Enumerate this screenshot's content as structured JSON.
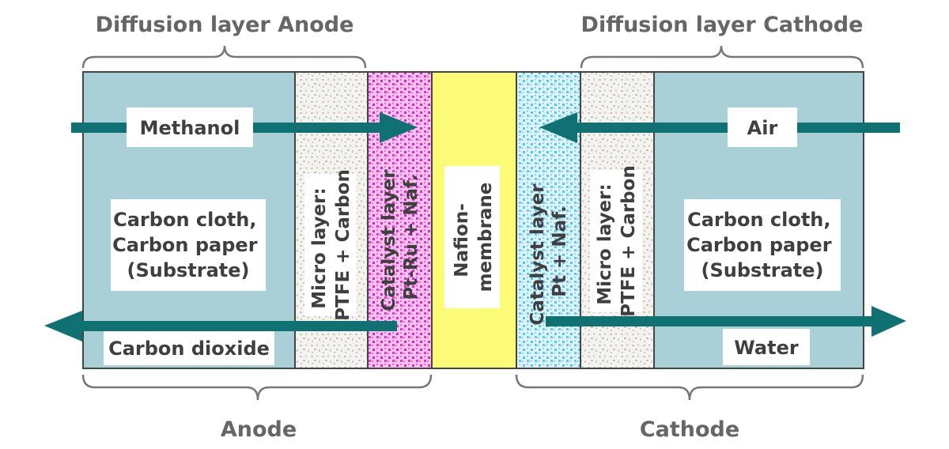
{
  "top_labels": {
    "anode_diffusion": "Diffusion layer Anode",
    "cathode_diffusion": "Diffusion layer Cathode"
  },
  "bottom_labels": {
    "anode": "Anode",
    "cathode": "Cathode"
  },
  "layers": {
    "anode_substrate": {
      "lines": [
        "Carbon cloth,",
        "Carbon paper",
        "(Substrate)"
      ]
    },
    "anode_micro": {
      "lines": [
        "Micro layer:",
        "PTFE + Carbon"
      ]
    },
    "anode_catalyst": {
      "lines": [
        "Catalyst layer",
        "Pt-Ru + Naf."
      ]
    },
    "membrane": {
      "lines": [
        "Nafion-",
        "membrane"
      ]
    },
    "cathode_catalyst": {
      "lines": [
        "Catalyst layer",
        "Pt + Naf."
      ]
    },
    "cathode_micro": {
      "lines": [
        "Micro layer:",
        "PTFE + Carbon"
      ]
    },
    "cathode_substrate": {
      "lines": [
        "Carbon cloth,",
        "Carbon paper",
        "(Substrate)"
      ]
    }
  },
  "flows": {
    "methanol": "Methanol",
    "air": "Air",
    "carbon_dioxide": "Carbon dioxide",
    "water": "Water"
  },
  "colors": {
    "substrate": "#a9d0d6",
    "micro_bg": "#f3f2ee",
    "anode_catalyst_bg": "#f6b7ec",
    "anode_catalyst_dots": "#e024c4",
    "membrane": "#fbfb78",
    "cathode_catalyst_bg": "#d9f1fb",
    "cathode_catalyst_dots": "#4fc6ee",
    "arrow": "#0f7171",
    "text": "#3f3f3f",
    "header_text": "#666666"
  }
}
